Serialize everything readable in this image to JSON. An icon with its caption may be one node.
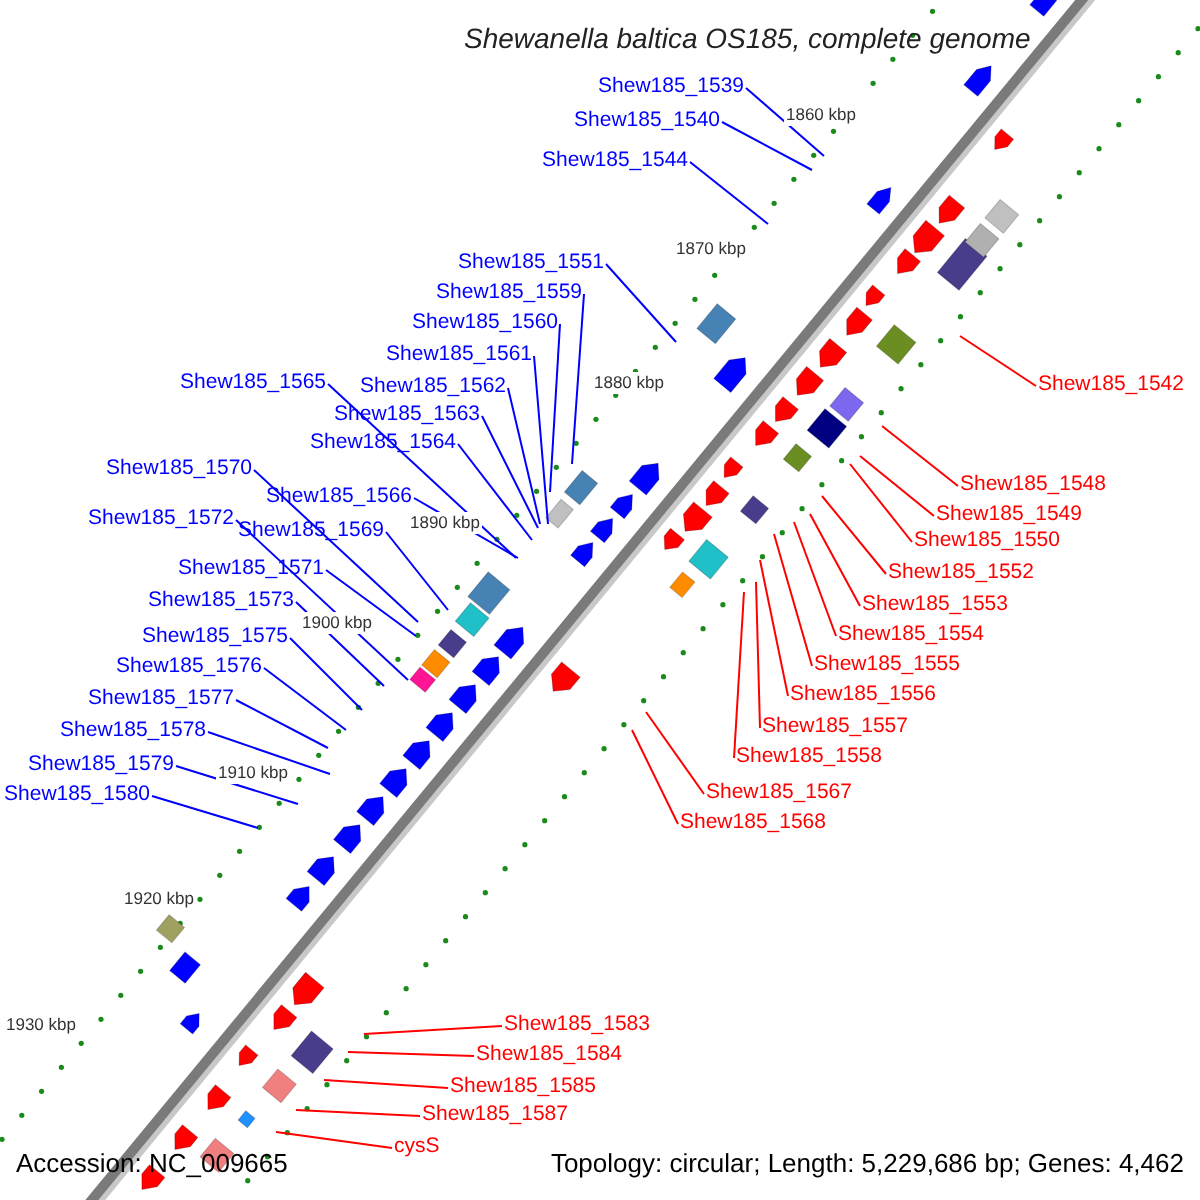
{
  "diagram": {
    "title": "Shewanella baltica OS185, complete genome",
    "nodes": [
      {
        "text": [
          "Shew185_1539"
        ]
      },
      {
        "text": [
          "Shew185_1540"
        ]
      },
      {
        "text": [
          "Shew185_1544"
        ]
      },
      {
        "text": [
          "Shew185_1551"
        ]
      },
      {
        "text": [
          "Shew185_1559"
        ]
      },
      {
        "text": [
          "Shew185_1560"
        ]
      },
      {
        "text": [
          "Shew185_1561"
        ]
      },
      {
        "text": [
          "Shew185_1562"
        ]
      },
      {
        "text": [
          "Shew185_1563"
        ]
      },
      {
        "text": [
          "Shew185_1564"
        ]
      },
      {
        "text": [
          "Shew185_1565"
        ]
      },
      {
        "text": [
          "Shew185_1566"
        ]
      },
      {
        "text": [
          "Shew185_1569"
        ]
      },
      {
        "text": [
          "Shew185_1570"
        ]
      },
      {
        "text": [
          "Shew185_1571"
        ]
      },
      {
        "text": [
          "Shew185_1572"
        ]
      },
      {
        "text": [
          "Shew185_1573"
        ]
      },
      {
        "text": [
          "Shew185_1575"
        ]
      },
      {
        "text": [
          "Shew185_1576"
        ]
      },
      {
        "text": [
          "Shew185_1577"
        ]
      },
      {
        "text": [
          "Shew185_1578"
        ]
      },
      {
        "text": [
          "Shew185_1579"
        ]
      },
      {
        "text": [
          "Shew185_1580"
        ]
      },
      {
        "text": [
          "Shew185_1542"
        ]
      },
      {
        "text": [
          "Shew185_1548"
        ]
      },
      {
        "text": [
          "Shew185_1549"
        ]
      },
      {
        "text": [
          "Shew185_1550"
        ]
      },
      {
        "text": [
          "Shew185_1552"
        ]
      },
      {
        "text": [
          "Shew185_1553"
        ]
      },
      {
        "text": [
          "Shew185_1554"
        ]
      },
      {
        "text": [
          "Shew185_1555"
        ]
      },
      {
        "text": [
          "Shew185_1556"
        ]
      },
      {
        "text": [
          "Shew185_1557"
        ]
      },
      {
        "text": [
          "Shew185_1558"
        ]
      },
      {
        "text": [
          "Shew185_1567"
        ]
      },
      {
        "text": [
          "Shew185_1568"
        ]
      },
      {
        "text": [
          "Shew185_1583"
        ]
      },
      {
        "text": [
          "Shew185_1584"
        ]
      },
      {
        "text": [
          "Shew185_1585"
        ]
      },
      {
        "text": [
          "Shew185_1587"
        ]
      },
      {
        "text": [
          "cysS"
        ]
      }
    ],
    "edges": [
      {
        "from": 0,
        "to": null,
        "arrow": "none"
      },
      {
        "from": 1,
        "to": null,
        "arrow": "none"
      },
      {
        "from": 2,
        "to": null,
        "arrow": "none"
      },
      {
        "from": 3,
        "to": null,
        "arrow": "none"
      },
      {
        "from": 4,
        "to": null,
        "arrow": "none"
      },
      {
        "from": 5,
        "to": null,
        "arrow": "none"
      },
      {
        "from": 6,
        "to": null,
        "arrow": "none"
      },
      {
        "from": 7,
        "to": null,
        "arrow": "none"
      },
      {
        "from": 8,
        "to": null,
        "arrow": "none"
      },
      {
        "from": 9,
        "to": null,
        "arrow": "none"
      },
      {
        "from": 10,
        "to": null,
        "arrow": "none"
      },
      {
        "from": 11,
        "to": null,
        "arrow": "none"
      },
      {
        "from": 12,
        "to": null,
        "arrow": "none"
      },
      {
        "from": 13,
        "to": null,
        "arrow": "none"
      },
      {
        "from": 14,
        "to": null,
        "arrow": "none"
      },
      {
        "from": 15,
        "to": null,
        "arrow": "none"
      },
      {
        "from": 16,
        "to": null,
        "arrow": "none"
      },
      {
        "from": 17,
        "to": null,
        "arrow": "none"
      },
      {
        "from": 18,
        "to": null,
        "arrow": "none"
      },
      {
        "from": 19,
        "to": null,
        "arrow": "none"
      },
      {
        "from": 20,
        "to": null,
        "arrow": "none"
      },
      {
        "from": 21,
        "to": null,
        "arrow": "none"
      },
      {
        "from": 22,
        "to": null,
        "arrow": "none"
      },
      {
        "from": 23,
        "to": null,
        "arrow": "none",
        "color": "#ff0000"
      },
      {
        "from": 24,
        "to": null,
        "arrow": "none",
        "color": "#ff0000"
      },
      {
        "from": 25,
        "to": null,
        "arrow": "none",
        "color": "#ff0000"
      },
      {
        "from": 26,
        "to": null,
        "arrow": "none",
        "color": "#ff0000"
      },
      {
        "from": 27,
        "to": null,
        "arrow": "none",
        "color": "#ff0000"
      },
      {
        "from": 28,
        "to": null,
        "arrow": "none",
        "color": "#ff0000"
      },
      {
        "from": 29,
        "to": null,
        "arrow": "none",
        "color": "#ff0000"
      },
      {
        "from": 30,
        "to": null,
        "arrow": "none",
        "color": "#ff0000"
      },
      {
        "from": 31,
        "to": null,
        "arrow": "none",
        "color": "#ff0000"
      },
      {
        "from": 32,
        "to": null,
        "arrow": "none",
        "color": "#ff0000"
      },
      {
        "from": 33,
        "to": null,
        "arrow": "none",
        "color": "#ff0000"
      },
      {
        "from": 34,
        "to": null,
        "arrow": "none",
        "color": "#ff0000"
      },
      {
        "from": 35,
        "to": null,
        "arrow": "none",
        "color": "#ff0000"
      },
      {
        "from": 36,
        "to": null,
        "arrow": "none",
        "color": "#ff0000"
      },
      {
        "from": 37,
        "to": null,
        "arrow": "none",
        "color": "#ff0000"
      },
      {
        "from": 38,
        "to": null,
        "arrow": "none",
        "color": "#ff0000"
      },
      {
        "from": 39,
        "to": null,
        "arrow": "none",
        "color": "#ff0000"
      },
      {
        "from": 40,
        "to": null,
        "arrow": "none",
        "color": "#ff0000"
      }
    ],
    "labels": [
      "1860 kbp",
      "1870 kbp",
      "1880 kbp",
      "1890 kbp",
      "1900 kbp",
      "1910 kbp",
      "1920 kbp",
      "1930 kbp",
      "Accession: NC_009665",
      "Topology: circular; Length: 5,229,686 bp; Genes: 4,462"
    ]
  }
}
